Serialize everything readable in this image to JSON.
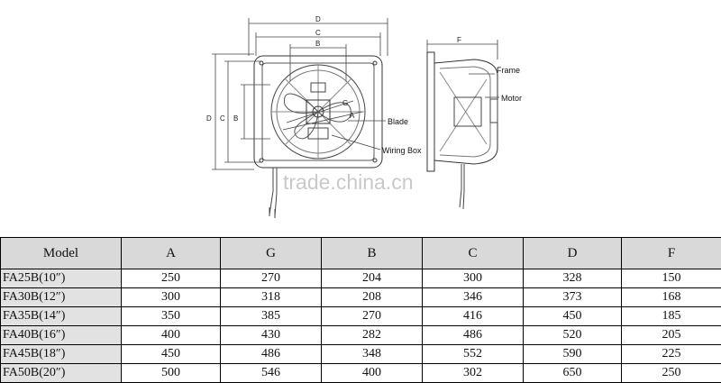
{
  "drawing": {
    "front_dimension_labels": [
      "D",
      "C",
      "B",
      "D",
      "C",
      "B"
    ],
    "inner_labels": [
      "G",
      "A"
    ],
    "side_dimension_label": "F",
    "callouts": {
      "frame": "Frame",
      "motor": "Motor",
      "blade": "Blade",
      "wiring_box": "Wiring Box"
    },
    "watermark": "trade.china.cn"
  },
  "table": {
    "headers": [
      "Model",
      "A",
      "G",
      "B",
      "C",
      "D",
      "F"
    ],
    "rows": [
      [
        "FA25B(10″)",
        "250",
        "270",
        "204",
        "300",
        "328",
        "150"
      ],
      [
        "FA30B(12″)",
        "300",
        "318",
        "208",
        "346",
        "373",
        "168"
      ],
      [
        "FA35B(14″)",
        "350",
        "385",
        "270",
        "416",
        "450",
        "185"
      ],
      [
        "FA40B(16″)",
        "400",
        "430",
        "282",
        "486",
        "520",
        "205"
      ],
      [
        "FA45B(18″)",
        "450",
        "486",
        "348",
        "552",
        "590",
        "225"
      ],
      [
        "FA50B(20″)",
        "500",
        "546",
        "400",
        "302",
        "650",
        "250"
      ]
    ]
  }
}
